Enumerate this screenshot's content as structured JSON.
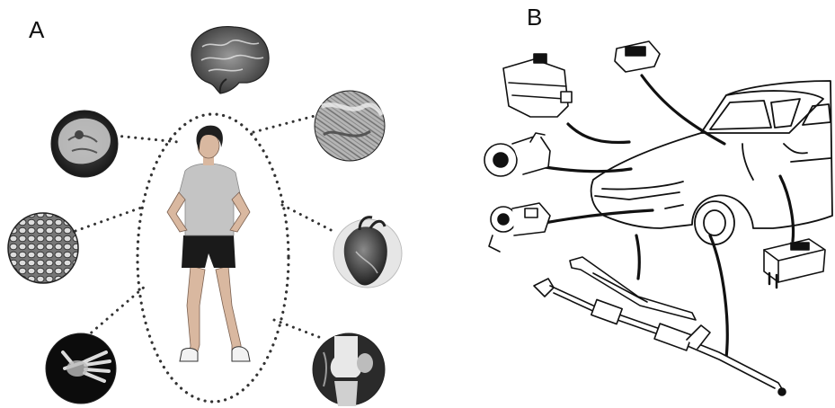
{
  "panels": {
    "a": {
      "label": "A"
    },
    "b": {
      "label": "B"
    }
  },
  "panel_a_parts": [
    "brain",
    "skull-xray",
    "muscle-tissue",
    "bone-tissue-closeup",
    "heart",
    "hand-xray",
    "knee-joint"
  ],
  "panel_b_parts": [
    "coolant-reservoir",
    "ecu-connector",
    "steering-pump",
    "throttle-body",
    "relay-module",
    "tie-rod",
    "steering-rack"
  ],
  "colors": {
    "ink": "#111111",
    "dots": "#333333",
    "lead": "#111111"
  }
}
